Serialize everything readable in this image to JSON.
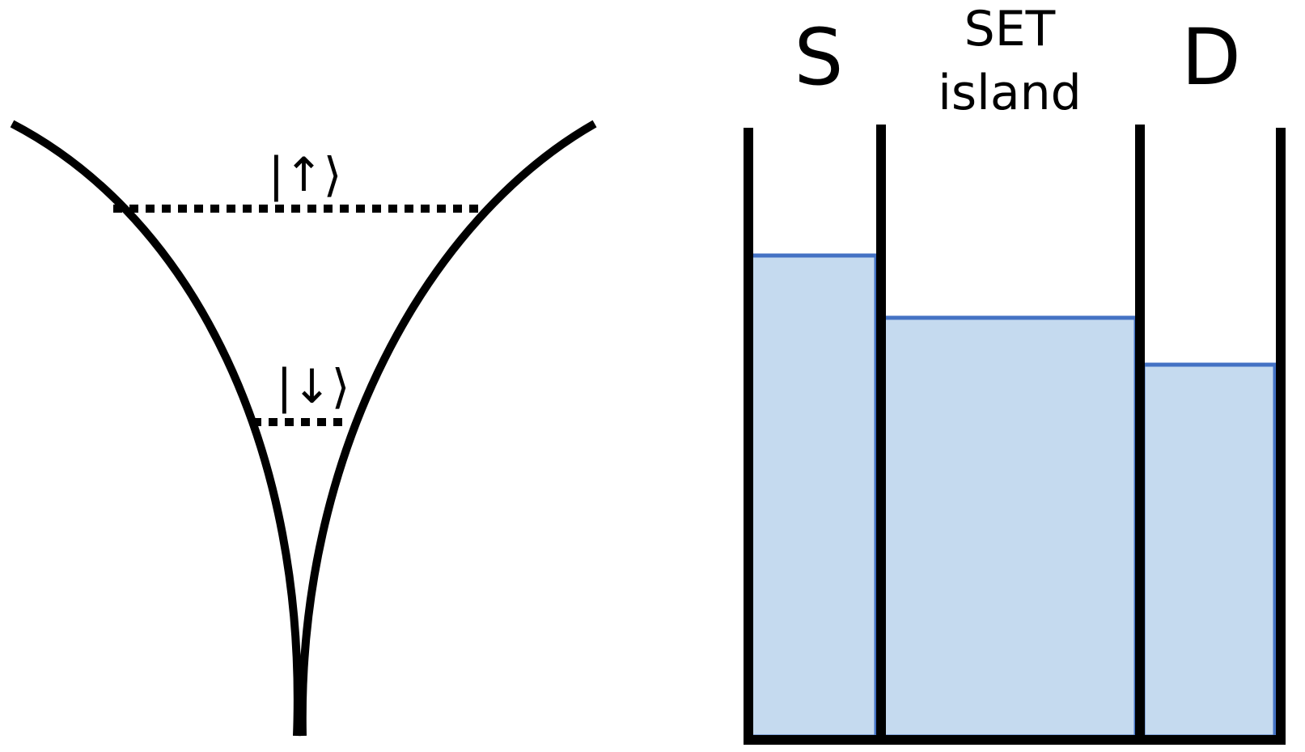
{
  "left_panel": {
    "states": [
      {
        "key": "up",
        "label": "|↑⟩"
      },
      {
        "key": "down",
        "label": "|↓⟩"
      }
    ]
  },
  "right_panel": {
    "source_label": "S",
    "island_label_line1": "SET",
    "island_label_line2": "island",
    "drain_label": "D",
    "fill_levels": {
      "source": 0.75,
      "island": 0.655,
      "drain": 0.58
    }
  },
  "colors": {
    "line": "#000000",
    "fill": "#c5daef",
    "fill_edge": "#4472c4"
  }
}
